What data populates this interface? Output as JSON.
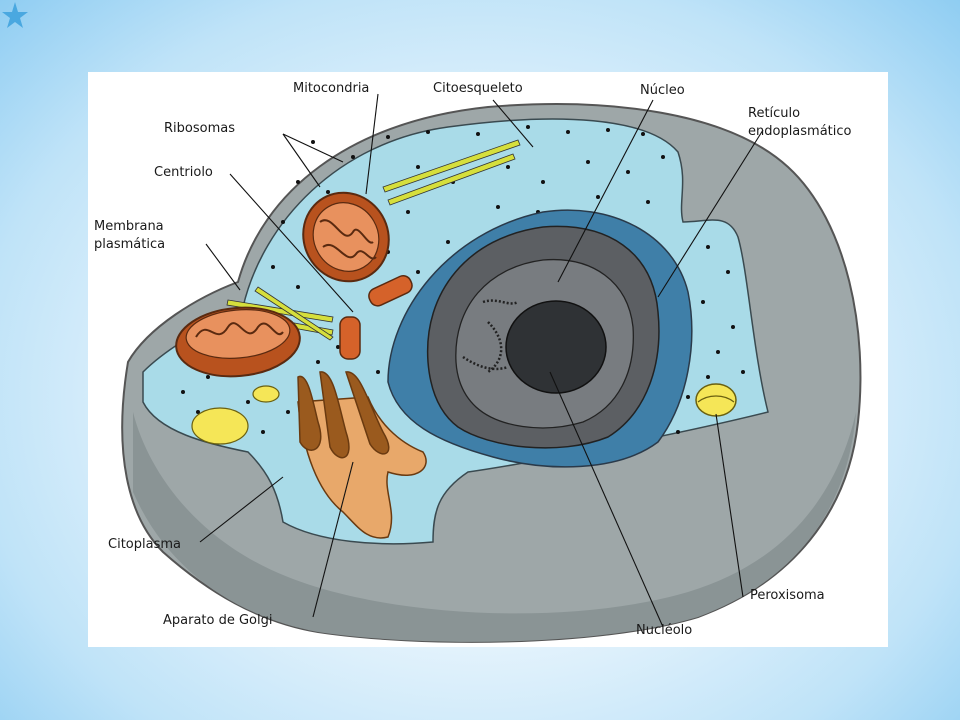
{
  "slide": {
    "decoration": "star-icon",
    "background_color": "#8fcdf2"
  },
  "diagram": {
    "labels": {
      "mitocondria": "Mitocondria",
      "citoesqueleto": "Citoesqueleto",
      "nucleo": "Núcleo",
      "reticulo_1": "Retículo",
      "reticulo_2": "endoplasmático",
      "ribosomas": "Ribosomas",
      "centriolo": "Centriolo",
      "membrana_1": "Membrana",
      "membrana_2": "plasmática",
      "citoplasma": "Citoplasma",
      "golgi": "Aparato de Golgi",
      "nucleolo": "Nucléolo",
      "peroxisoma": "Peroxisoma"
    },
    "colors": {
      "cell_outer": "#9ea7a8",
      "cytoplasm": "#a9dbe8",
      "mitochondria": "#b8521e",
      "golgi": "#e8a86a",
      "er": "#3f7fa8",
      "nucleus": "#5c5f63",
      "peroxisome": "#f5e657",
      "cytoskeleton": "#d6df3c"
    }
  }
}
